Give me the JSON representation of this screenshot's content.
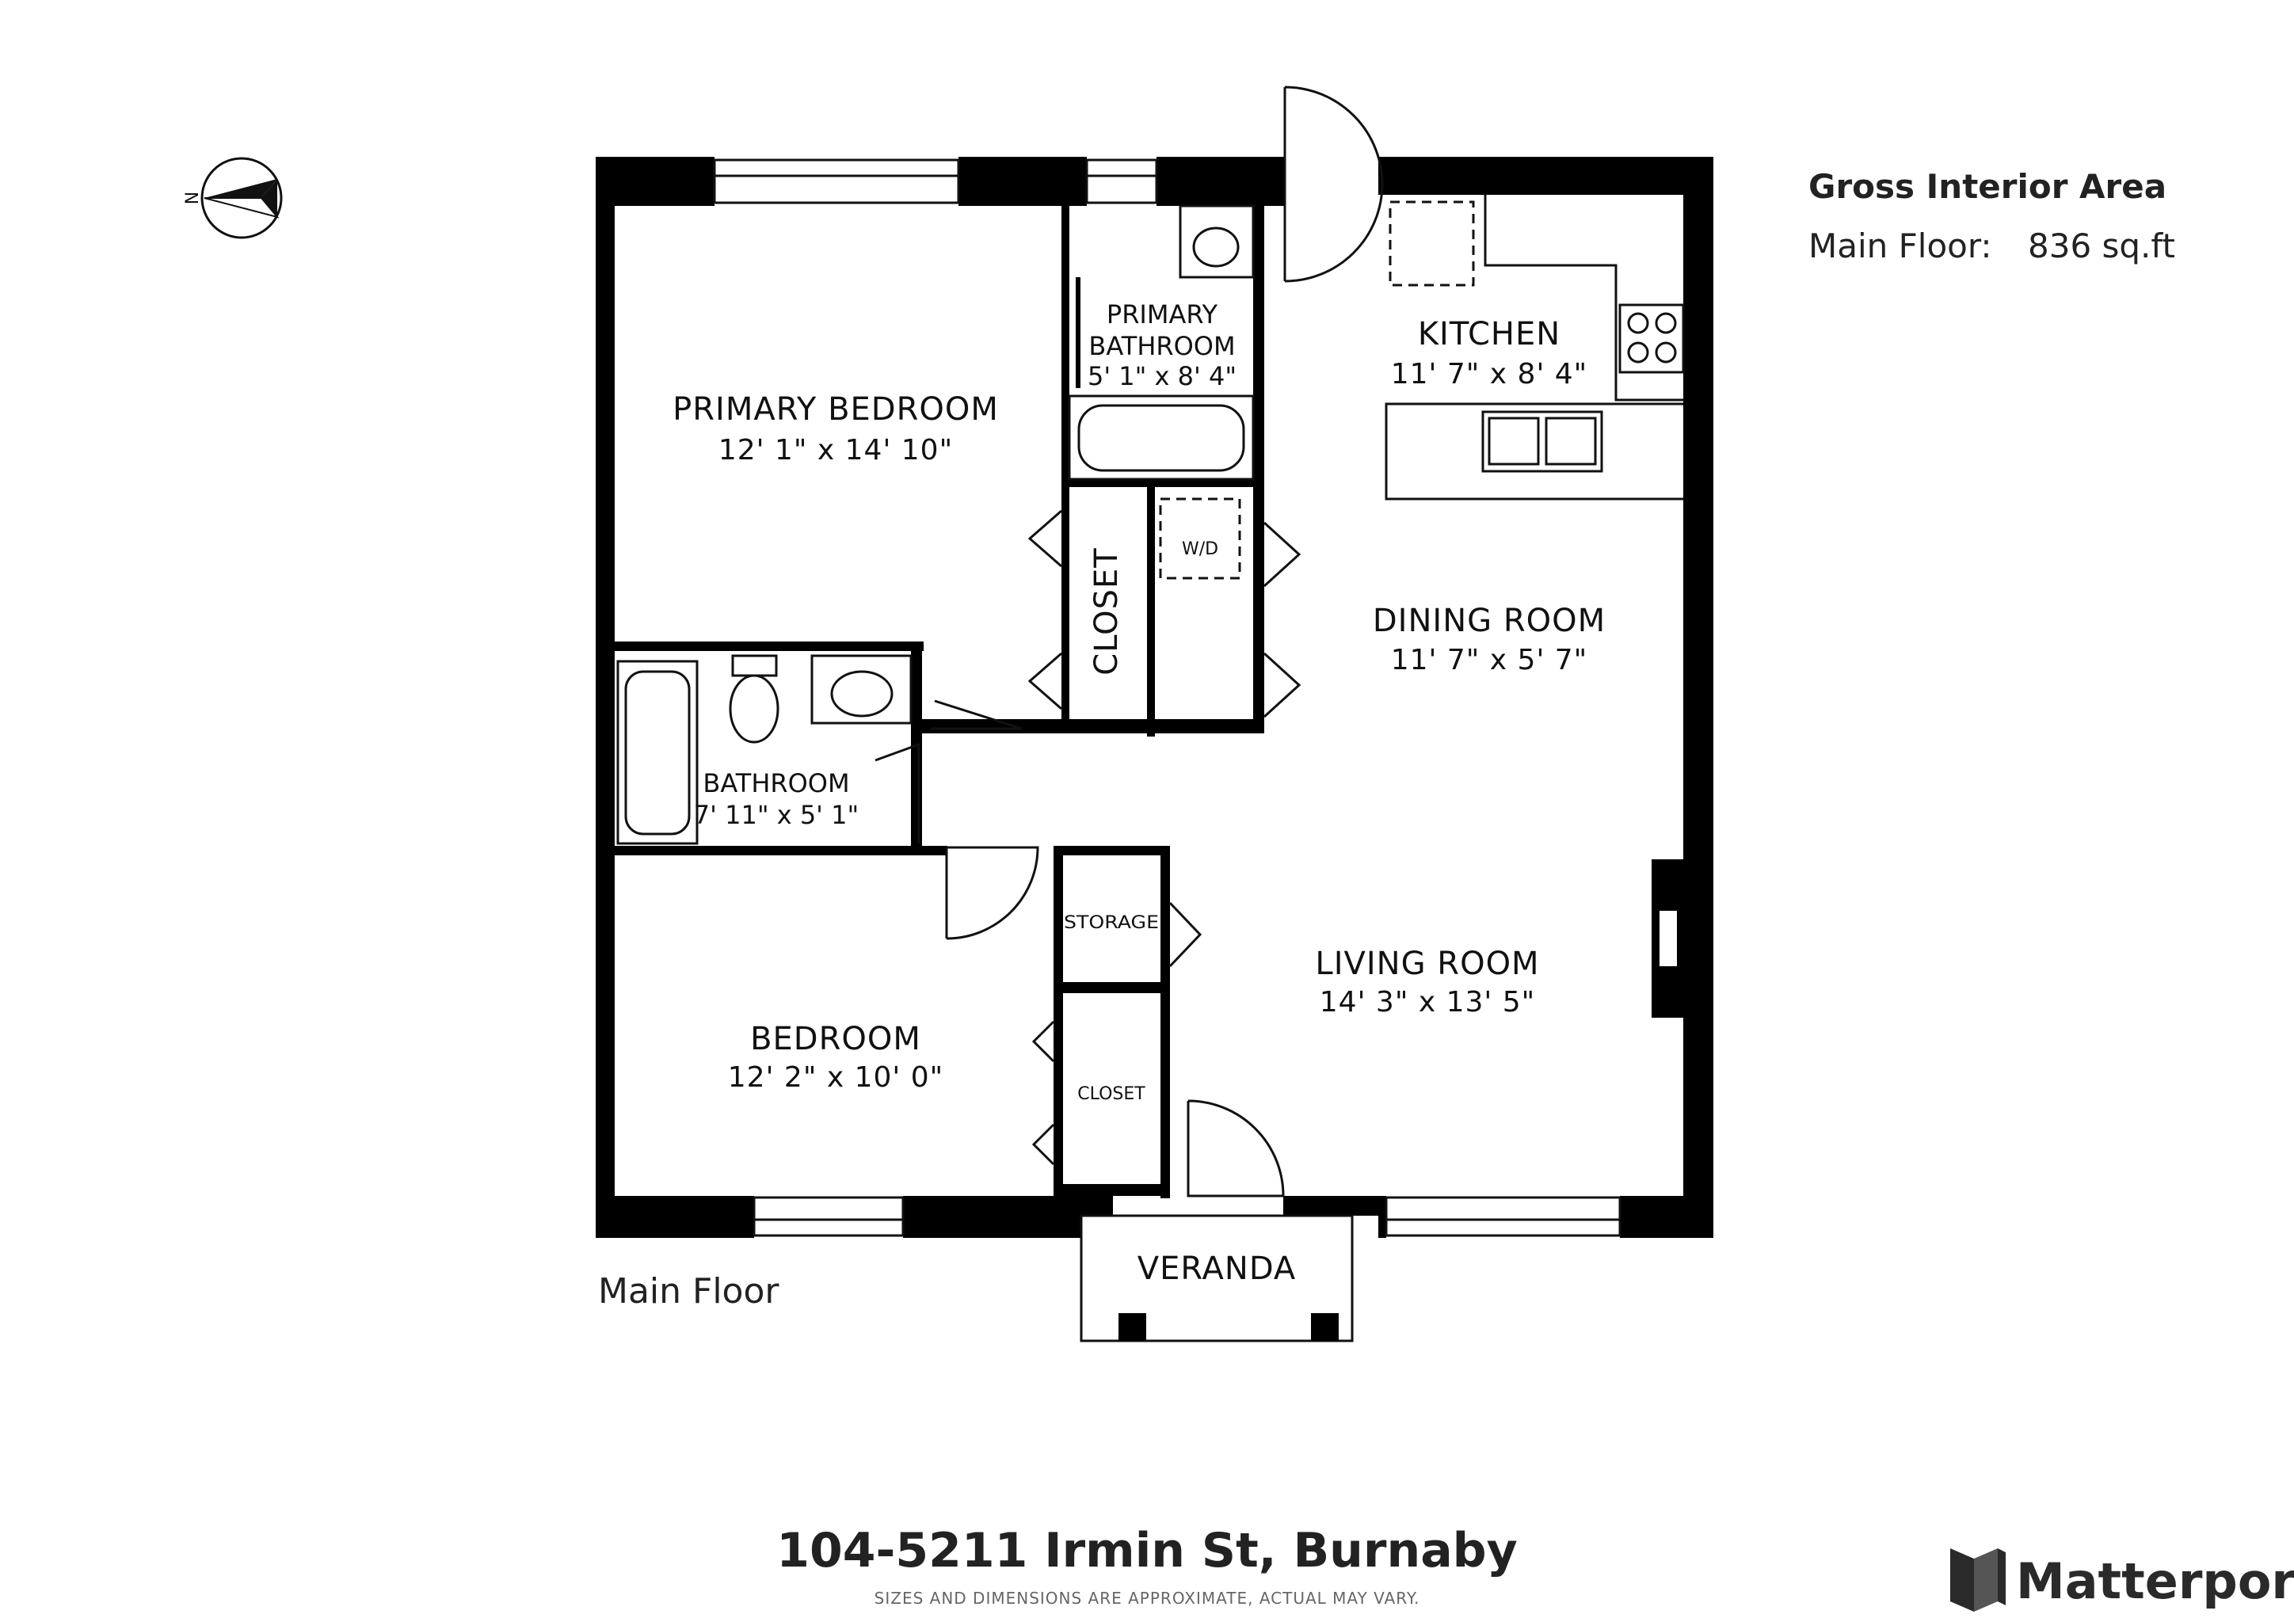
{
  "compass": {
    "north_label": "N",
    "icon": "compass-rose-icon"
  },
  "area": {
    "heading": "Gross Interior Area",
    "floor_label": "Main Floor:",
    "floor_value": "836 sq.ft"
  },
  "rooms": {
    "primary_bedroom": {
      "name": "PRIMARY BEDROOM",
      "dim": "12' 1\" x 14' 10\""
    },
    "primary_bathroom": {
      "name_line1": "PRIMARY",
      "name_line2": "BATHROOM",
      "dim": "5' 1\" x 8' 4\""
    },
    "kitchen": {
      "name": "KITCHEN",
      "dim": "11' 7\" x 8' 4\""
    },
    "dining_room": {
      "name": "DINING ROOM",
      "dim": "11' 7\" x 5' 7\""
    },
    "closet_vertical": {
      "name": "CLOSET"
    },
    "washer_dryer": {
      "name": "W/D"
    },
    "bathroom": {
      "name": "BATHROOM",
      "dim": "7' 11\" x 5' 1\""
    },
    "storage": {
      "name": "STORAGE"
    },
    "closet_small": {
      "name": "CLOSET"
    },
    "living_room": {
      "name": "LIVING ROOM",
      "dim": "14' 3\" x 13' 5\""
    },
    "bedroom": {
      "name": "BEDROOM",
      "dim": "12' 2\" x 10' 0\""
    },
    "veranda": {
      "name": "VERANDA"
    }
  },
  "floor_label": "Main Floor",
  "footer": {
    "address": "104-5211 Irmin St, Burnaby",
    "disclaimer": "SIZES AND DIMENSIONS ARE APPROXIMATE, ACTUAL MAY VARY."
  },
  "brand": {
    "name": "Matterport",
    "logo_icon": "matterport-logo-icon"
  }
}
